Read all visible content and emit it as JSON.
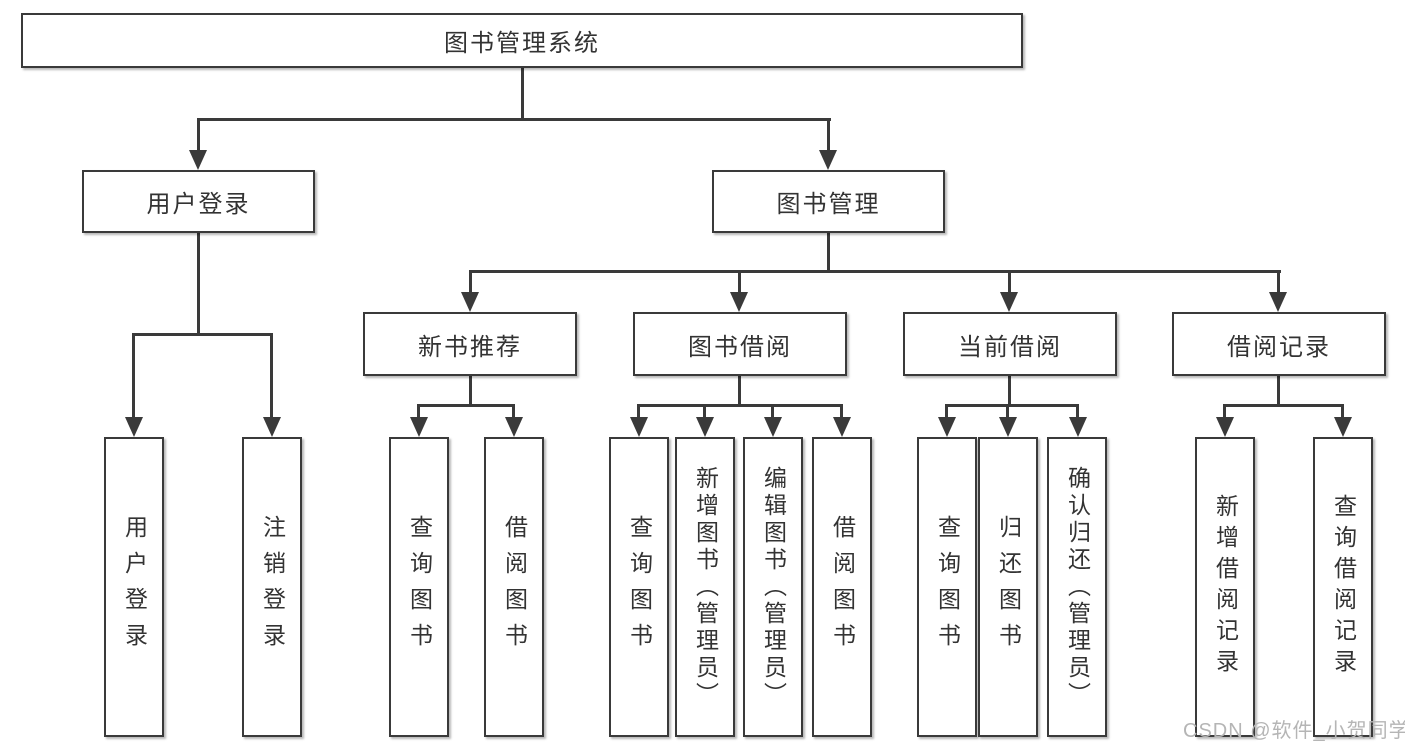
{
  "diagram": {
    "title_note": "functional structure chart",
    "root": {
      "label": "图书管理系统"
    },
    "level2": [
      {
        "label": "用户登录"
      },
      {
        "label": "图书管理"
      }
    ],
    "level3": [
      {
        "label": "新书推荐"
      },
      {
        "label": "图书借阅"
      },
      {
        "label": "当前借阅"
      },
      {
        "label": "借阅记录"
      }
    ],
    "leaves": [
      {
        "label": "用户登录"
      },
      {
        "label": "注销登录"
      },
      {
        "label": "查询图书"
      },
      {
        "label": "借阅图书"
      },
      {
        "label": "查询图书"
      },
      {
        "label": "新增图书（管理员）"
      },
      {
        "label": "编辑图书（管理员）"
      },
      {
        "label": "借阅图书"
      },
      {
        "label": "查询图书"
      },
      {
        "label": "归还图书"
      },
      {
        "label": "确认归还（管理员）"
      },
      {
        "label": "新增借阅记录"
      },
      {
        "label": "查询借阅记录"
      }
    ],
    "watermark": "CSDN @软件_小贺同学",
    "colors": {
      "line": "#3a3a3a",
      "text": "#333333",
      "watermark": "#b5b5b5",
      "background": "#ffffff"
    }
  }
}
